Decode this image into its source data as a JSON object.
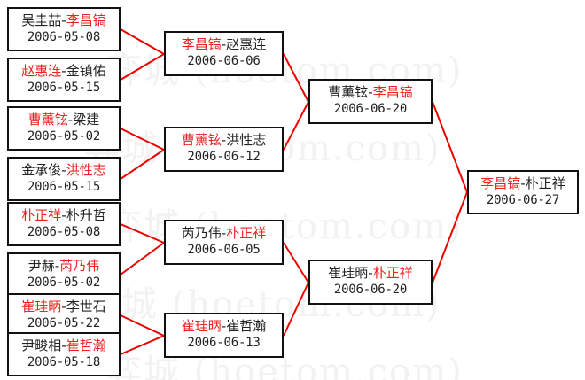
{
  "watermark": {
    "text": "弈城 (hoetom.com)",
    "lines": [
      "弈城 (hoetom.com)",
      "弈城 (hoetom.com)",
      "弈城 (hoetom.com)",
      "弈城 (hoetom.com)",
      "弈城 (hoetom.com)"
    ]
  },
  "colors": {
    "winner": "#ee2222",
    "loser": "#222222",
    "connector": "#ee0000",
    "box_border": "#111111",
    "background": "#ffffff",
    "watermark": "#f2f2f2"
  },
  "bracket": {
    "rounds": [
      {
        "name": "round-1",
        "matches": [
          {
            "left": "吴圭喆",
            "right": "李昌镐",
            "winner": "right",
            "date": "2006-05-08"
          },
          {
            "left": "赵惠连",
            "right": "金镇佑",
            "winner": "left",
            "date": "2006-05-15"
          },
          {
            "left": "曹薰铉",
            "right": "梁建",
            "winner": "left",
            "date": "2006-05-02"
          },
          {
            "left": "金承俊",
            "right": "洪性志",
            "winner": "right",
            "date": "2006-05-15"
          },
          {
            "left": "朴正祥",
            "right": "朴升哲",
            "winner": "left",
            "date": "2006-05-08"
          },
          {
            "left": "尹赫",
            "right": "芮乃伟",
            "winner": "right",
            "date": "2006-05-02"
          },
          {
            "left": "崔珪昞",
            "right": "李世石",
            "winner": "left",
            "date": "2006-05-22"
          },
          {
            "left": "尹畯相",
            "right": "崔哲瀚",
            "winner": "right",
            "date": "2006-05-18"
          }
        ]
      },
      {
        "name": "round-2",
        "matches": [
          {
            "left": "李昌镐",
            "right": "赵惠连",
            "winner": "left",
            "date": "2006-06-06"
          },
          {
            "left": "曹薰铉",
            "right": "洪性志",
            "winner": "left",
            "date": "2006-06-12"
          },
          {
            "left": "芮乃伟",
            "right": "朴正祥",
            "winner": "right",
            "date": "2006-06-05"
          },
          {
            "left": "崔珪昞",
            "right": "崔哲瀚",
            "winner": "left",
            "date": "2006-06-13"
          }
        ]
      },
      {
        "name": "round-3",
        "matches": [
          {
            "left": "曹薰铉",
            "right": "李昌镐",
            "winner": "right",
            "date": "2006-06-20"
          },
          {
            "left": "崔珪昞",
            "right": "朴正祥",
            "winner": "right",
            "date": "2006-06-20"
          }
        ]
      },
      {
        "name": "final",
        "matches": [
          {
            "left": "李昌镐",
            "right": "朴正祥",
            "winner": "left",
            "date": "2006-06-27"
          }
        ]
      }
    ]
  }
}
